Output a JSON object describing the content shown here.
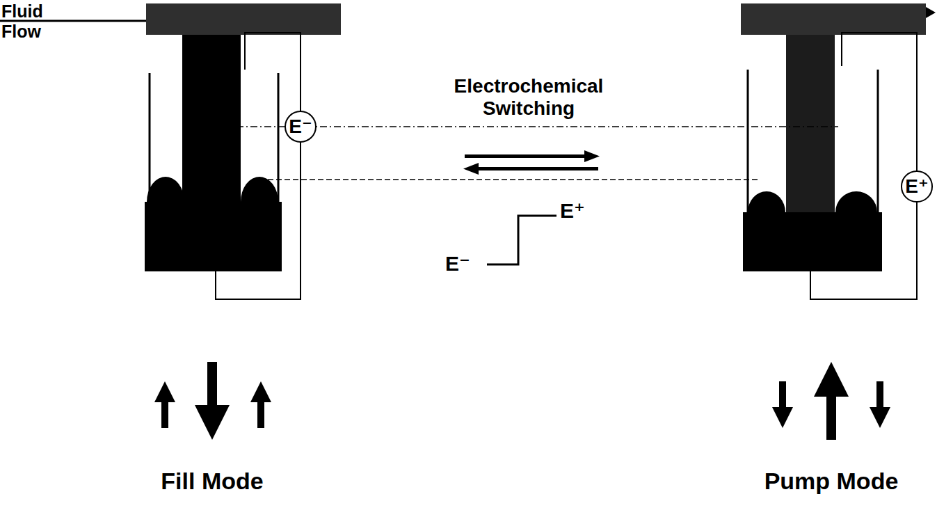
{
  "diagram": {
    "nodes": [
      {
        "text": [
          "E⁻"
        ]
      },
      {
        "text": [
          "E⁺"
        ]
      }
    ],
    "labels": [
      "Fluid Flow",
      "Electrochemical Switching",
      "E⁺",
      "E⁻",
      "Fill Mode",
      "Pump Mode"
    ]
  }
}
